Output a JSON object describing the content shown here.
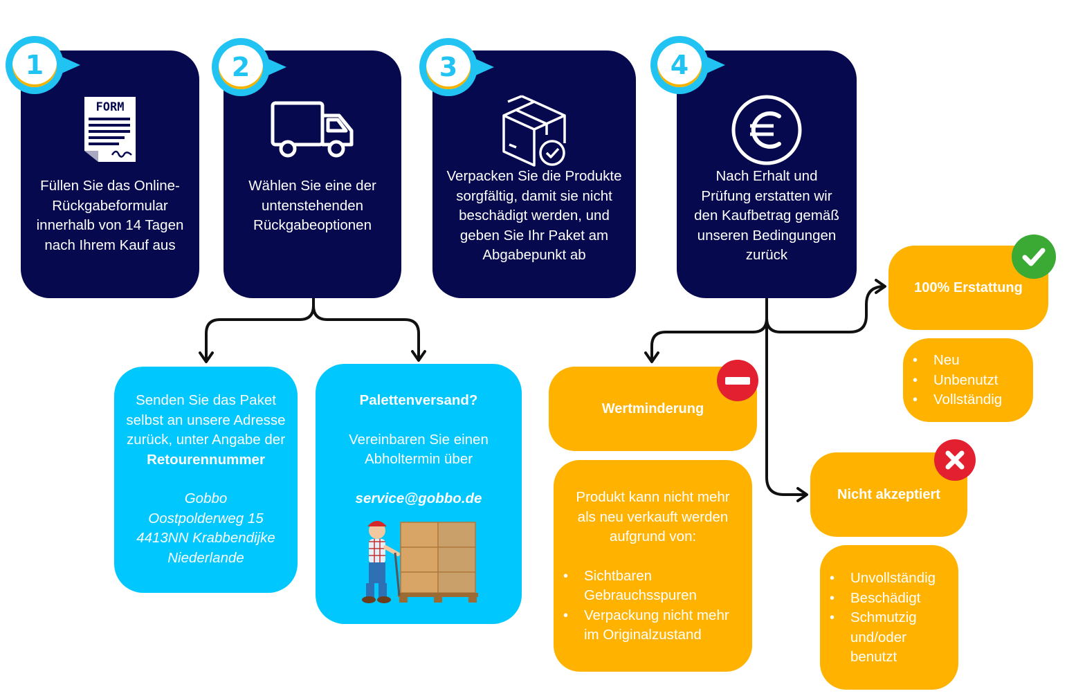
{
  "steps": [
    {
      "number": "1",
      "text": "Füllen Sie das Online-\nRückgabeformular\ninnerhalb von 14 Tagen\nnach Ihrem Kauf aus",
      "icon": "form-icon",
      "icon_label": "FORM"
    },
    {
      "number": "2",
      "text": "Wählen Sie eine der\nuntenstehenden\nRückgabeoptionen",
      "icon": "truck-icon"
    },
    {
      "number": "3",
      "text": "Verpacken Sie die Produkte\nsorgfältig, damit sie nicht\nbeschädigt werden, und\ngeben Sie Ihr Paket am\nAbgabepunkt ab",
      "icon": "package-check-icon"
    },
    {
      "number": "4",
      "text": "Nach Erhalt und\nPrüfung erstatten wir\nden Kaufbetrag gemäß\nunseren Bedingungen\nzurück",
      "icon": "euro-icon"
    }
  ],
  "options": {
    "send": {
      "line1": "Senden Sie das Paket",
      "line2": "selbst an unsere Adresse",
      "line3": "zurück, unter Angabe der",
      "bold": "Retourennummer",
      "address": [
        "Gobbo",
        "Oostpolderweg 15",
        "4413NN Krabbendijke",
        "Niederlande"
      ]
    },
    "pallet": {
      "title": "Palettenversand?",
      "line1": "Vereinbaren Sie einen",
      "line2": "Abholtermin über",
      "email": "service@gobbo.de",
      "image": "worker-with-pallet-illustration"
    }
  },
  "outcomes": {
    "refund": {
      "title": "100% Erstattung",
      "icon": "check-icon",
      "items": [
        "Neu",
        "Unbenutzt",
        "Vollständig"
      ]
    },
    "reduction": {
      "title": "Wertminderung",
      "icon": "no-entry-icon",
      "intro": "Produkt kann nicht mehr\nals neu verkauft werden\naufgrund von:",
      "items": [
        "Sichtbaren Gebrauchsspuren",
        "Verpackung nicht mehr im Originalzustand"
      ]
    },
    "rejected": {
      "title": "Nicht akzeptiert",
      "icon": "x-icon",
      "items": [
        "Unvollständig",
        "Beschädigt",
        "Schmutzig und/oder benutzt"
      ]
    }
  },
  "colors": {
    "navy": "#06094d",
    "cyan": "#00c8ff",
    "badge": "#21c3f3",
    "orange": "#ffb300",
    "green": "#3aaa35",
    "red": "#e3202f"
  }
}
